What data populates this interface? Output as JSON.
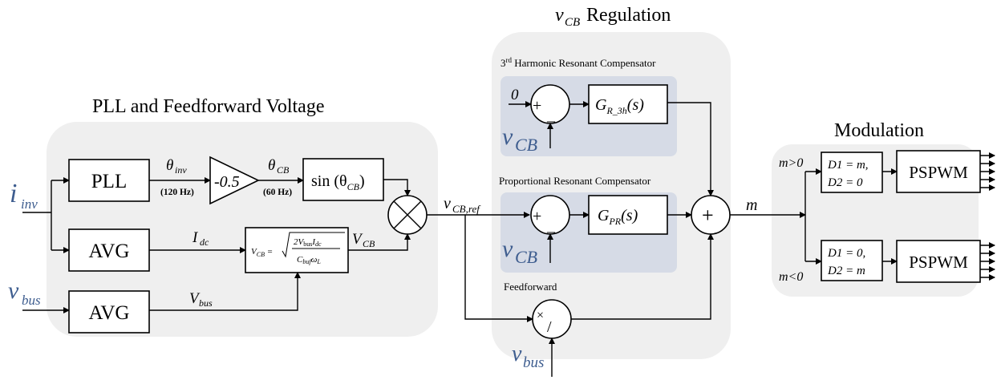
{
  "sections": {
    "pll_title": "PLL and Feedforward Voltage",
    "regulation_title_sub": "CB",
    "regulation_title_text": "Regulation",
    "modulation_title": "Modulation",
    "harmonic_comp_title": "3rd Harmonic Resonant Compensator",
    "pr_comp_title": "Proportional Resonant Compensator",
    "feedforward_title": "Feedforward"
  },
  "blocks": {
    "pll": "PLL",
    "gain": "-0.5",
    "sin_prefix": "sin (θ",
    "sin_sub": "CB",
    "sin_suffix": ")",
    "avg1": "AVG",
    "avg2": "AVG",
    "vcb_formula_lhs": "V",
    "vcb_formula_lhs_sub": "CB",
    "g3h": "G",
    "g3h_sub": "R_3h",
    "g3h_arg": "(s)",
    "gpr": "G",
    "gpr_sub": "PR",
    "gpr_arg": "(s)",
    "pspwm1": "PSPWM",
    "pspwm2": "PSPWM",
    "d_top_line1": "D1 = m,",
    "d_top_line2": "D2 = 0",
    "d_bot_line1": "D1 = 0,",
    "d_bot_line2": "D2 = m"
  },
  "signals": {
    "i_inv": "i",
    "i_inv_sub": "inv",
    "v_bus_in": "v",
    "v_bus_in_sub": "bus",
    "theta_inv": "θ",
    "theta_inv_sub": "inv",
    "freq_120": "(120 Hz)",
    "theta_cb": "θ",
    "theta_cb_sub": "CB",
    "freq_60": "(60 Hz)",
    "i_dc": "I",
    "i_dc_sub": "dc",
    "v_cb": "V",
    "v_cb_sub": "CB",
    "v_bus_cap": "V",
    "v_bus_cap_sub": "bus",
    "v_cb_ref": "v",
    "v_cb_ref_sub": "CB,ref",
    "zero": "0",
    "v_cb_blue1": "v",
    "v_cb_blue1_sub": "CB",
    "v_cb_blue2": "v",
    "v_cb_blue2_sub": "CB",
    "v_bus_bottom": "v",
    "v_bus_bottom_sub": "bus",
    "m": "m",
    "m_pos": "m>0",
    "m_neg": "m<0",
    "plus": "+",
    "minus": "_",
    "sum_plus": "+",
    "times": "×",
    "divide": "/"
  },
  "colors": {
    "signal_blue": "#3e5d8f",
    "section_bg": "#efefef",
    "inner_bg": "#d6dbe6"
  }
}
